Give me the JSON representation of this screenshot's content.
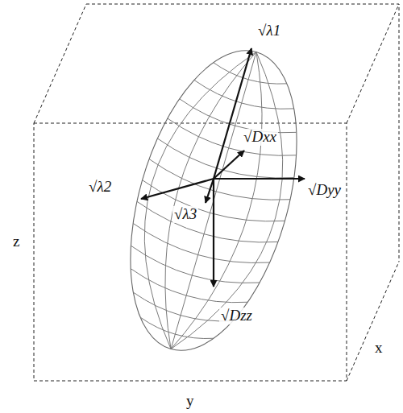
{
  "diagram": {
    "labels": [
      "√λ1",
      "√λ2",
      "√λ3",
      "√Dxx",
      "√Dyy",
      "√Dzz",
      "z",
      "y",
      "x"
    ]
  }
}
